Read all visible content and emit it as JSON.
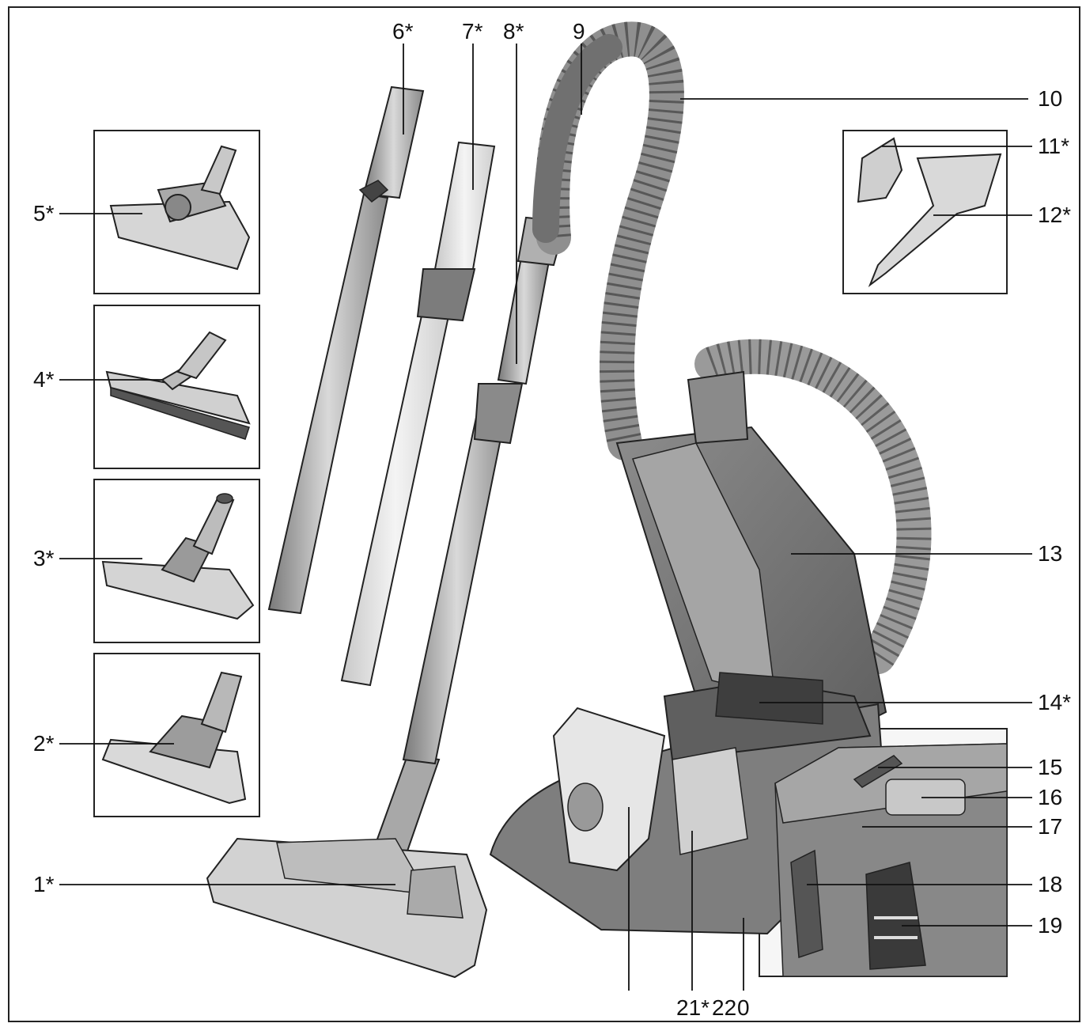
{
  "labels": {
    "l1": "1*",
    "l2": "2*",
    "l3": "3*",
    "l4": "4*",
    "l5": "5*",
    "l6": "6*",
    "l7": "7*",
    "l8": "8*",
    "l9": "9",
    "l10": "10",
    "l11": "11*",
    "l12": "12*",
    "l13": "13",
    "l14": "14*",
    "l15": "15",
    "l16": "16",
    "l17": "17",
    "l18": "18",
    "l19": "19",
    "l21": "21*",
    "l22": "22",
    "l20": "0"
  },
  "colors": {
    "line": "#111111",
    "body_dark": "#6b6b6b",
    "body_mid": "#9a9a9a",
    "body_light": "#cfcfcf",
    "body_pale": "#e8e8e8"
  }
}
